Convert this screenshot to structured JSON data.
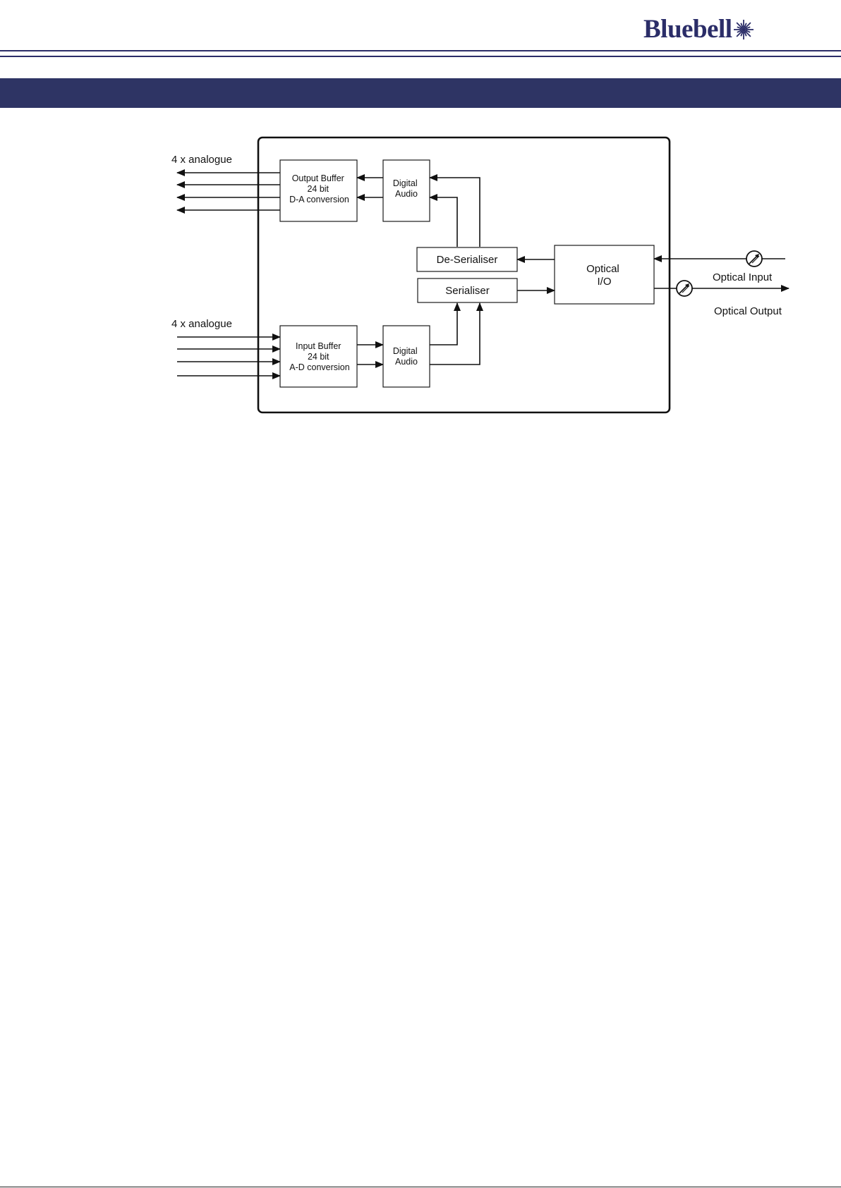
{
  "header": {
    "logo_text": "Bluebell",
    "logo_icon": "starburst-icon",
    "brand_color": "#2b2d68",
    "band_color": "#2e3464"
  },
  "diagram": {
    "labels": {
      "analogue_out": "4 x analogue",
      "analogue_in": "4 x analogue",
      "optical_input": "Optical Input",
      "optical_output": "Optical Output"
    },
    "blocks": {
      "output_buffer": [
        "Output Buffer",
        "24 bit",
        "D-A conversion"
      ],
      "digital_audio_top": [
        "Digital",
        "Audio"
      ],
      "de_serialiser": [
        "De-Serialiser"
      ],
      "serialiser": [
        "Serialiser"
      ],
      "optical_io": [
        "Optical",
        "I/O"
      ],
      "input_buffer": [
        "Input Buffer",
        "24 bit",
        "A-D conversion"
      ],
      "digital_audio_bottom": [
        "Digital",
        "Audio"
      ]
    },
    "icons": [
      "fiber-connector-icon",
      "fiber-connector-icon"
    ]
  }
}
